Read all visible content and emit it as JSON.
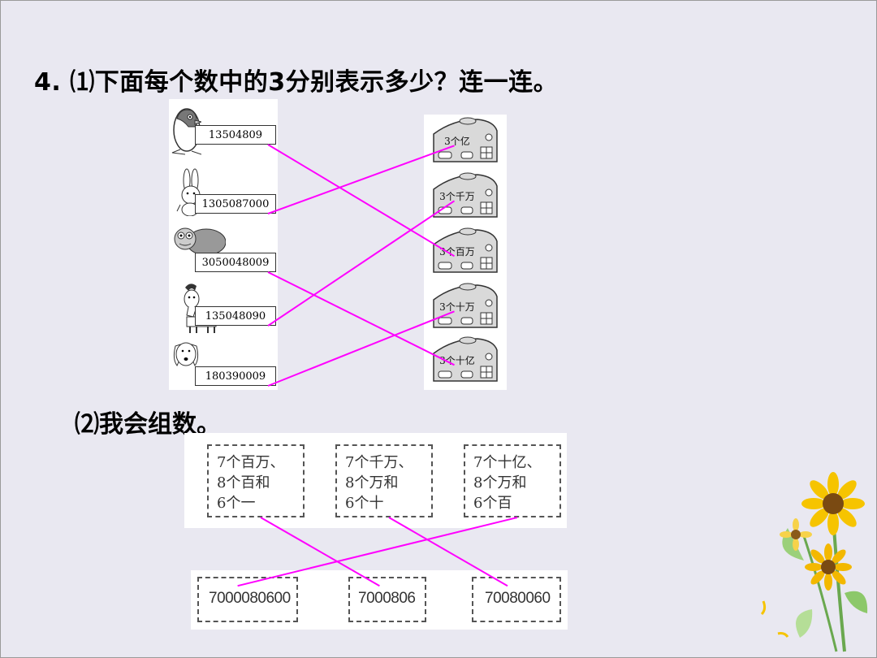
{
  "question": {
    "title": "4. ⑴下面每个数中的3分别表示多少？连一连。",
    "part2": "⑵我会组数。"
  },
  "part1": {
    "numbers": [
      "13504809",
      "1305087000",
      "3050048009",
      "135048090",
      "180390009"
    ],
    "animal_icons": [
      "penguin-icon",
      "rabbit-icon",
      "turtle-icon",
      "goat-icon",
      "dog-icon"
    ],
    "houses": [
      "3个亿",
      "3个千万",
      "3个百万",
      "3个十万",
      "3个十亿"
    ],
    "matches": [
      [
        0,
        2
      ],
      [
        1,
        0
      ],
      [
        2,
        4
      ],
      [
        3,
        1
      ],
      [
        4,
        3
      ]
    ]
  },
  "part2": {
    "descriptions": [
      [
        "7个百万、",
        "8个百和",
        "6个一"
      ],
      [
        "7个千万、",
        "8个万和",
        "6个十"
      ],
      [
        "7个十亿、",
        "8个万和",
        "6个百"
      ]
    ],
    "numbers": [
      "7000080600",
      "7000806",
      "70080060"
    ],
    "matches": [
      [
        0,
        1
      ],
      [
        1,
        2
      ],
      [
        2,
        0
      ]
    ]
  },
  "colors": {
    "line": "#ff00ff",
    "background": "#e9e8f1"
  }
}
